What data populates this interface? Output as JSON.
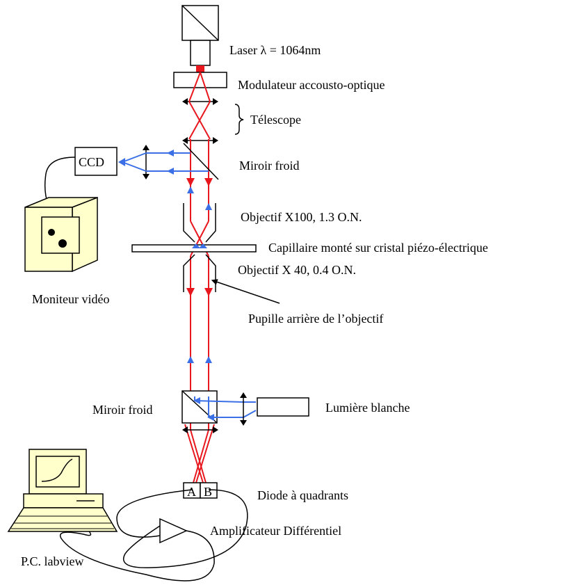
{
  "labels": {
    "laser": "Laser λ = 1064nm",
    "modulator": "Modulateur accousto-optique",
    "telescope": "Télescope",
    "cold_mirror_top": "Miroir froid",
    "ccd": "CCD",
    "objective_100": "Objectif X100, 1.3 O.N.",
    "capillary": "Capillaire monté sur cristal piézo-électrique",
    "objective_40": "Objectif X 40, 0.4 O.N.",
    "video_monitor": "Moniteur vidéo",
    "back_pupil": "Pupille arrière de l’objectif",
    "cold_mirror_bottom": "Miroir froid",
    "white_light": "Lumière blanche",
    "quadrant_a": "A",
    "quadrant_b": "B",
    "quadrant_diode": "Diode à quadrants",
    "diff_amplifier": "Amplificateur Différentiel",
    "pc": "P.C. labview"
  },
  "colors": {
    "laser_beam": "#e8171d",
    "white_light_beam": "#3a6fe6",
    "device_fill": "#ffffcc",
    "outline": "#000000"
  }
}
